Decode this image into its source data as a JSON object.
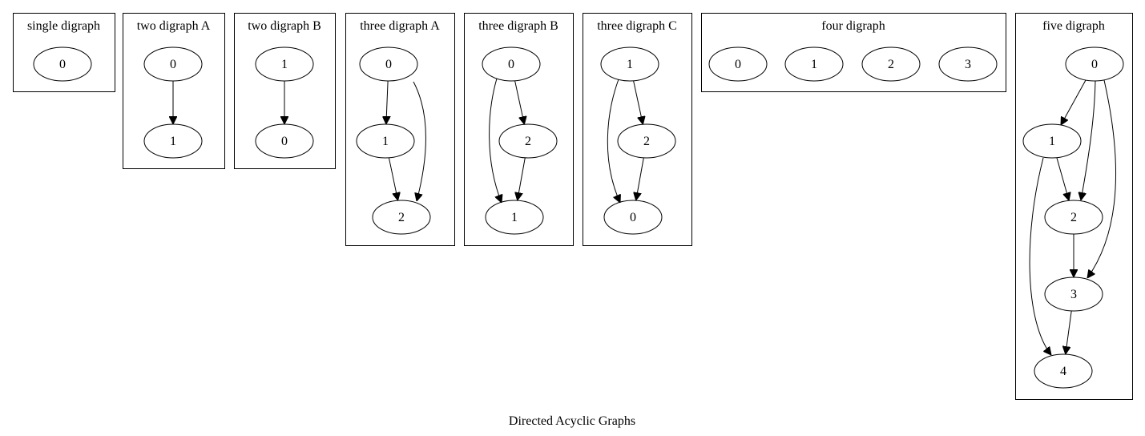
{
  "title": "Directed Acyclic Graphs",
  "colors": {
    "stroke": "#000000",
    "background": "#ffffff"
  },
  "clusters": [
    {
      "id": "single",
      "label": "single digraph",
      "nodes": [
        {
          "id": "s0",
          "label": "0"
        }
      ],
      "edges": []
    },
    {
      "id": "twoA",
      "label": "two digraph A",
      "nodes": [
        {
          "id": "a0",
          "label": "0"
        },
        {
          "id": "a1",
          "label": "1"
        }
      ],
      "edges": [
        {
          "from": "a0",
          "to": "a1"
        }
      ]
    },
    {
      "id": "twoB",
      "label": "two digraph B",
      "nodes": [
        {
          "id": "b1",
          "label": "1"
        },
        {
          "id": "b0",
          "label": "0"
        }
      ],
      "edges": [
        {
          "from": "b1",
          "to": "b0"
        }
      ]
    },
    {
      "id": "threeA",
      "label": "three digraph A",
      "nodes": [
        {
          "id": "ta0",
          "label": "0"
        },
        {
          "id": "ta1",
          "label": "1"
        },
        {
          "id": "ta2",
          "label": "2"
        }
      ],
      "edges": [
        {
          "from": "ta0",
          "to": "ta1"
        },
        {
          "from": "ta0",
          "to": "ta2"
        },
        {
          "from": "ta1",
          "to": "ta2"
        }
      ]
    },
    {
      "id": "threeB",
      "label": "three digraph B",
      "nodes": [
        {
          "id": "tb0",
          "label": "0"
        },
        {
          "id": "tb2",
          "label": "2"
        },
        {
          "id": "tb1",
          "label": "1"
        }
      ],
      "edges": [
        {
          "from": "tb0",
          "to": "tb2"
        },
        {
          "from": "tb0",
          "to": "tb1"
        },
        {
          "from": "tb2",
          "to": "tb1"
        }
      ]
    },
    {
      "id": "threeC",
      "label": "three digraph C",
      "nodes": [
        {
          "id": "tc1",
          "label": "1"
        },
        {
          "id": "tc2",
          "label": "2"
        },
        {
          "id": "tc0",
          "label": "0"
        }
      ],
      "edges": [
        {
          "from": "tc1",
          "to": "tc2"
        },
        {
          "from": "tc1",
          "to": "tc0"
        },
        {
          "from": "tc2",
          "to": "tc0"
        }
      ]
    },
    {
      "id": "four",
      "label": "four digraph",
      "nodes": [
        {
          "id": "f0",
          "label": "0"
        },
        {
          "id": "f1",
          "label": "1"
        },
        {
          "id": "f2",
          "label": "2"
        },
        {
          "id": "f3",
          "label": "3"
        }
      ],
      "edges": []
    },
    {
      "id": "five",
      "label": "five digraph",
      "nodes": [
        {
          "id": "v0",
          "label": "0"
        },
        {
          "id": "v1",
          "label": "1"
        },
        {
          "id": "v2",
          "label": "2"
        },
        {
          "id": "v3",
          "label": "3"
        },
        {
          "id": "v4",
          "label": "4"
        }
      ],
      "edges": [
        {
          "from": "v0",
          "to": "v1"
        },
        {
          "from": "v0",
          "to": "v2"
        },
        {
          "from": "v0",
          "to": "v3"
        },
        {
          "from": "v1",
          "to": "v2"
        },
        {
          "from": "v1",
          "to": "v4"
        },
        {
          "from": "v2",
          "to": "v3"
        },
        {
          "from": "v3",
          "to": "v4"
        }
      ]
    }
  ]
}
